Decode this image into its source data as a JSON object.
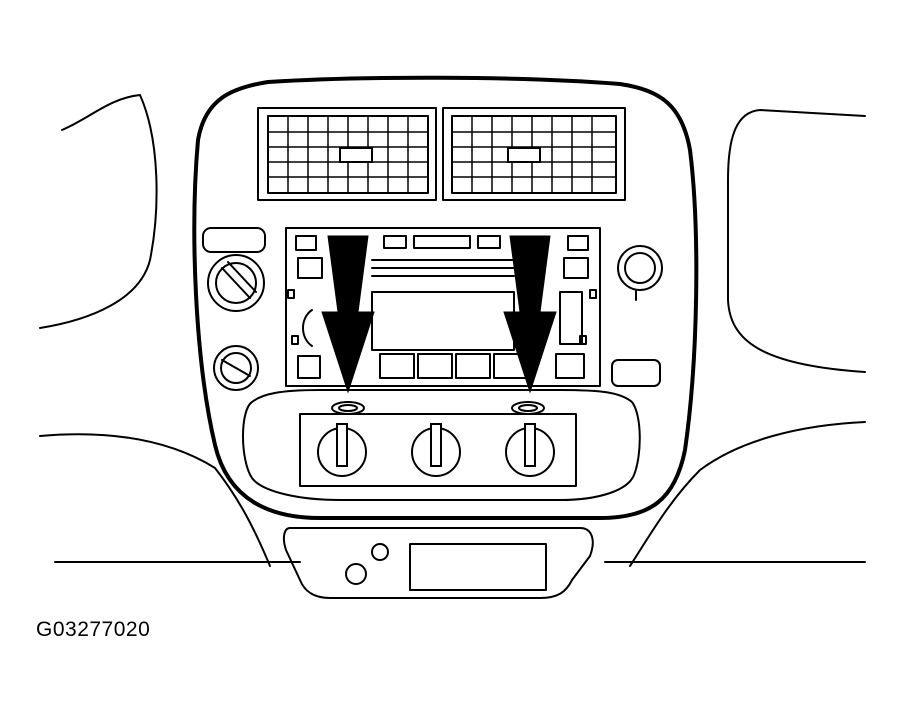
{
  "diagram": {
    "figure_id": "G03277020",
    "subject": "instrument-panel-center-stack",
    "arrow_count": 2,
    "colors": {
      "line": "#000000",
      "background": "#ffffff"
    }
  }
}
